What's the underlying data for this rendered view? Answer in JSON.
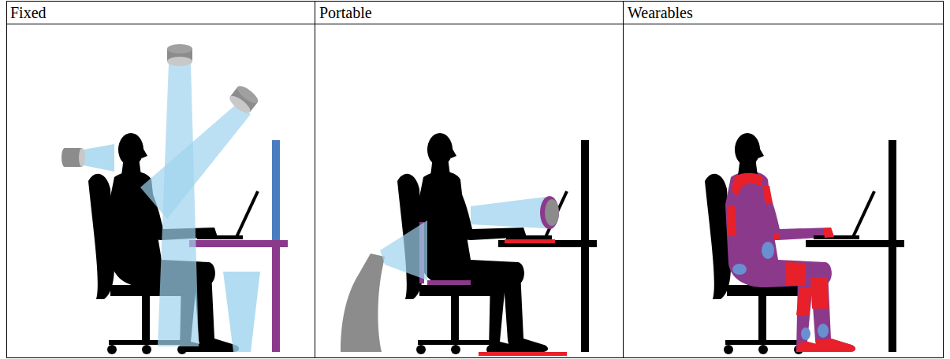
{
  "diagram": {
    "labels": [
      "Fixed",
      "Portable",
      "Wearables"
    ]
  }
}
